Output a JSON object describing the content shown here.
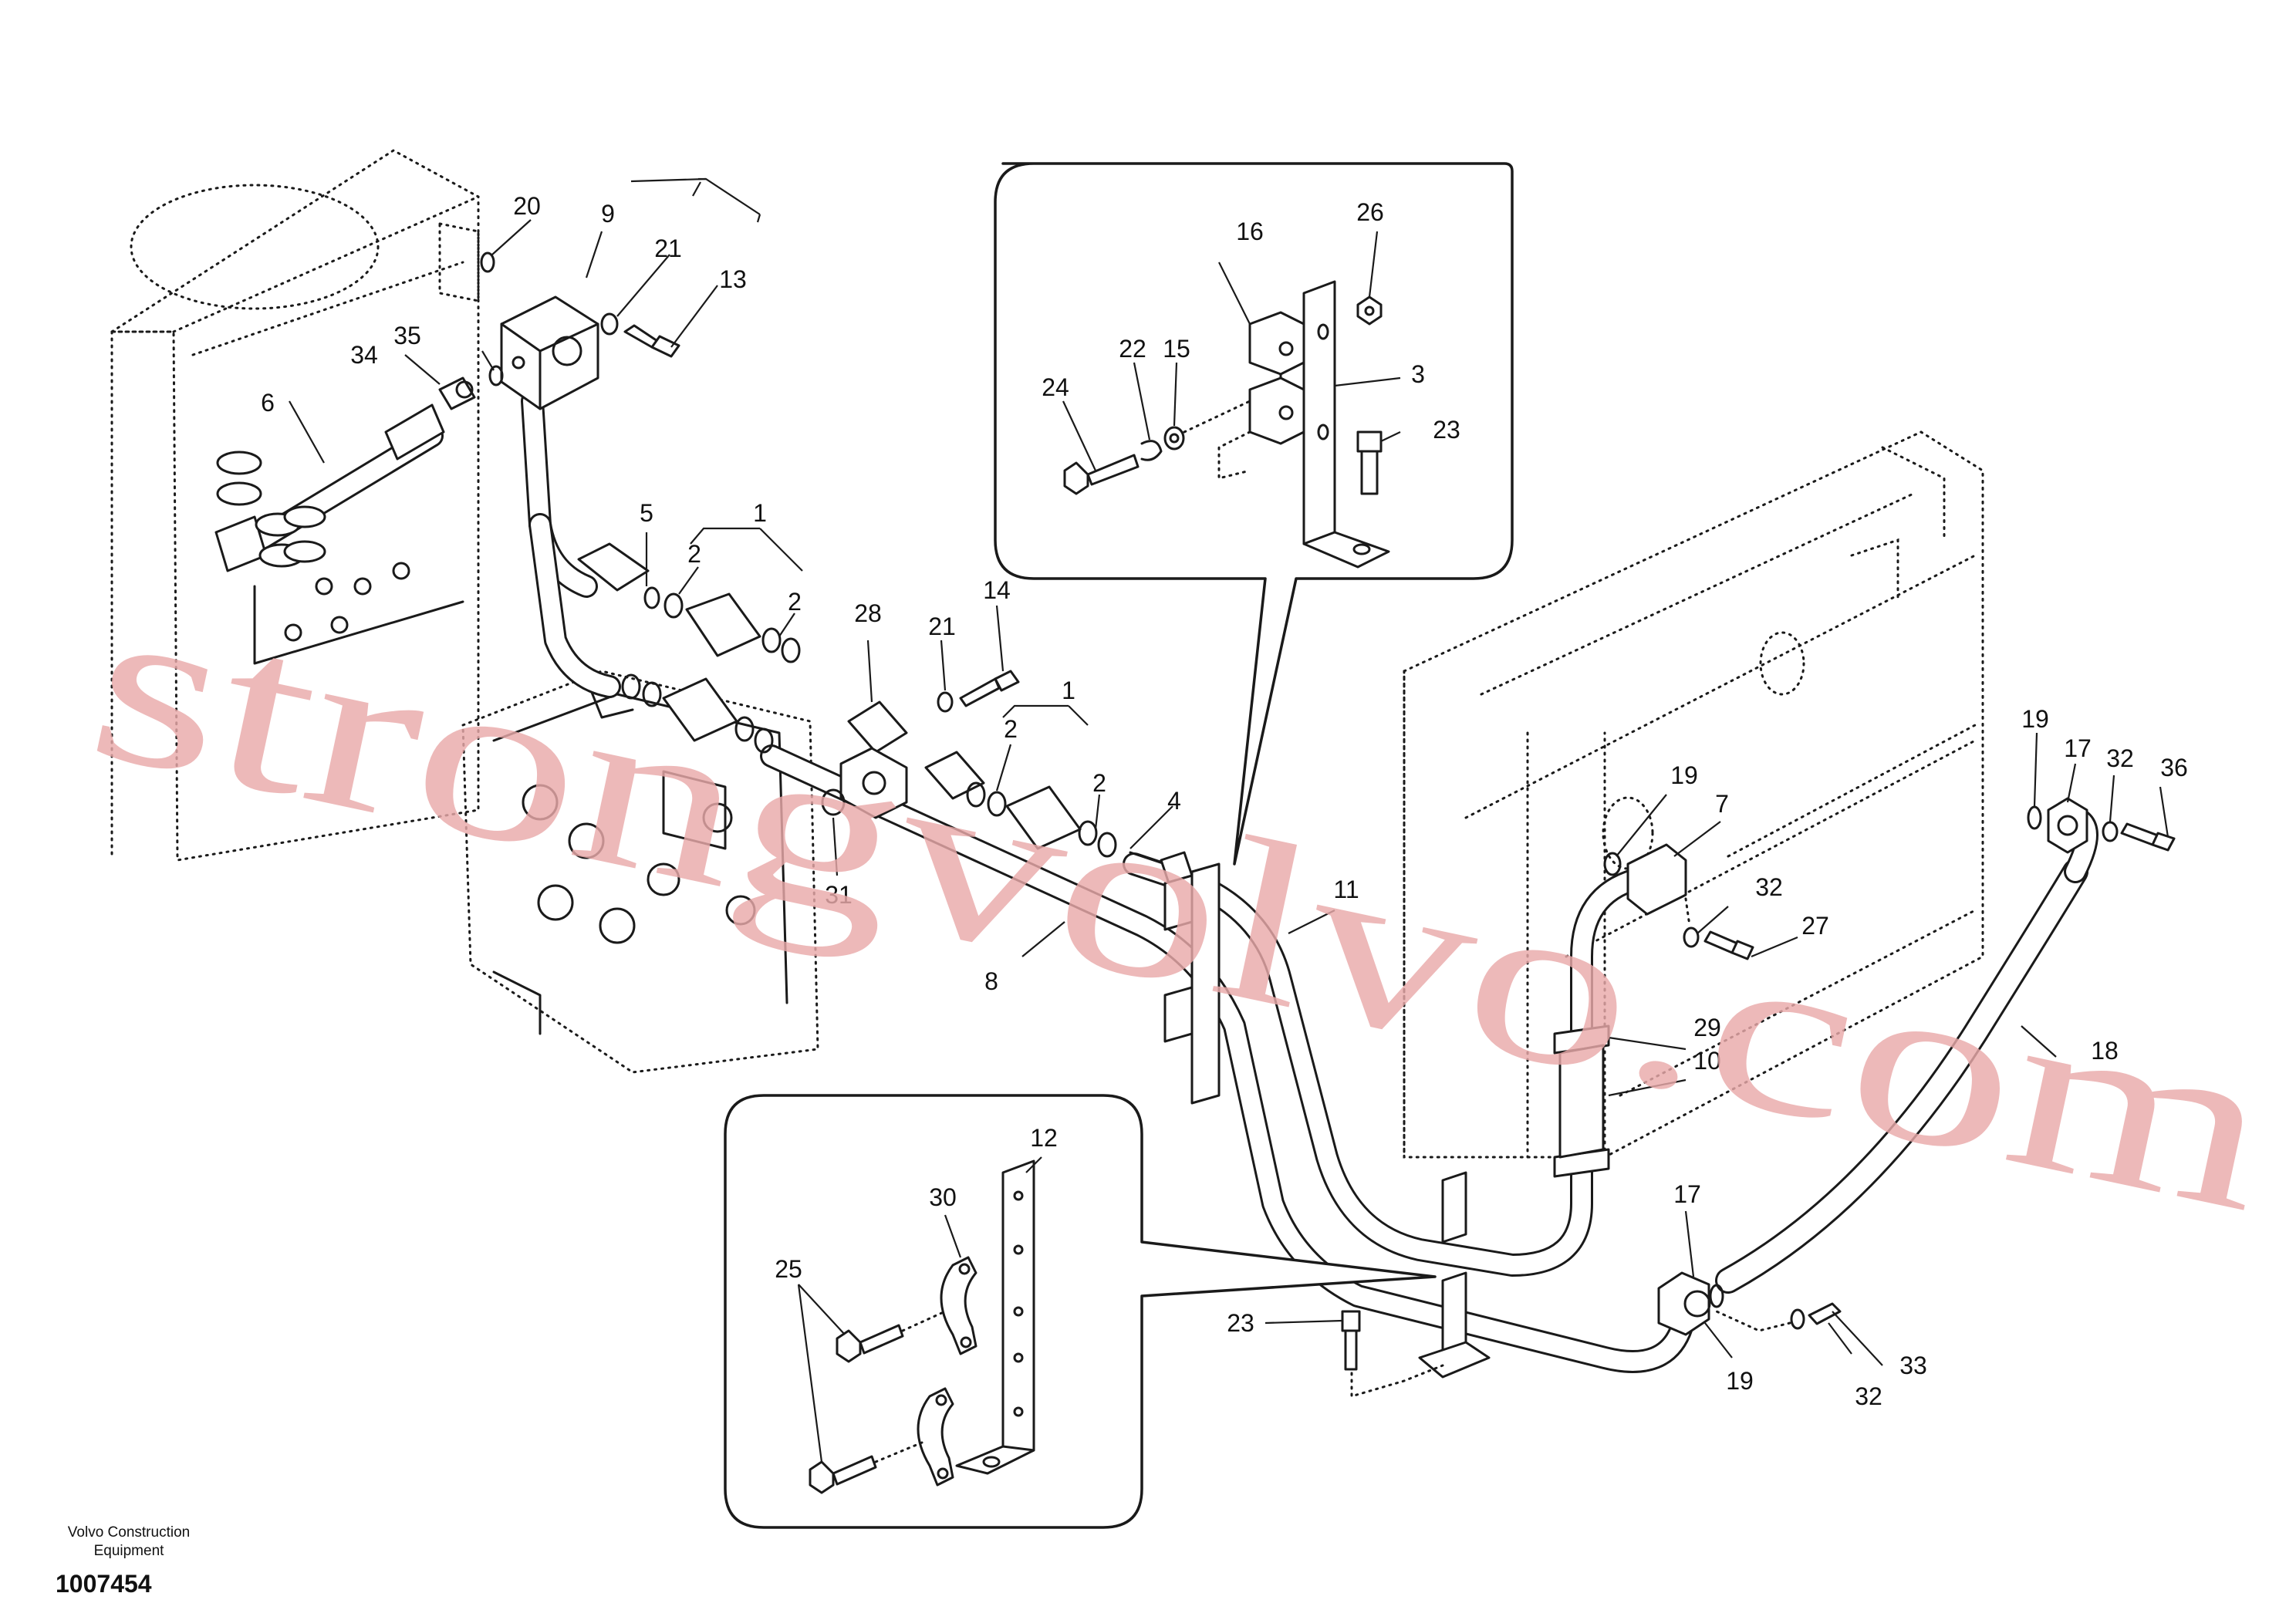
{
  "footer": {
    "company_line1": "Volvo Construction",
    "company_line2": "Equipment",
    "drawing_number": "1007454"
  },
  "watermark": "strongvolvo.com",
  "callouts": [
    "1",
    "1",
    "2",
    "2",
    "2",
    "2",
    "3",
    "4",
    "5",
    "6",
    "7",
    "8",
    "9",
    "10",
    "11",
    "12",
    "13",
    "14",
    "15",
    "16",
    "17",
    "17",
    "18",
    "19",
    "19",
    "19",
    "20",
    "21",
    "21",
    "22",
    "23",
    "23",
    "24",
    "25",
    "26",
    "27",
    "28",
    "29",
    "30",
    "31",
    "32",
    "32",
    "32",
    "33",
    "34",
    "35",
    "36"
  ]
}
